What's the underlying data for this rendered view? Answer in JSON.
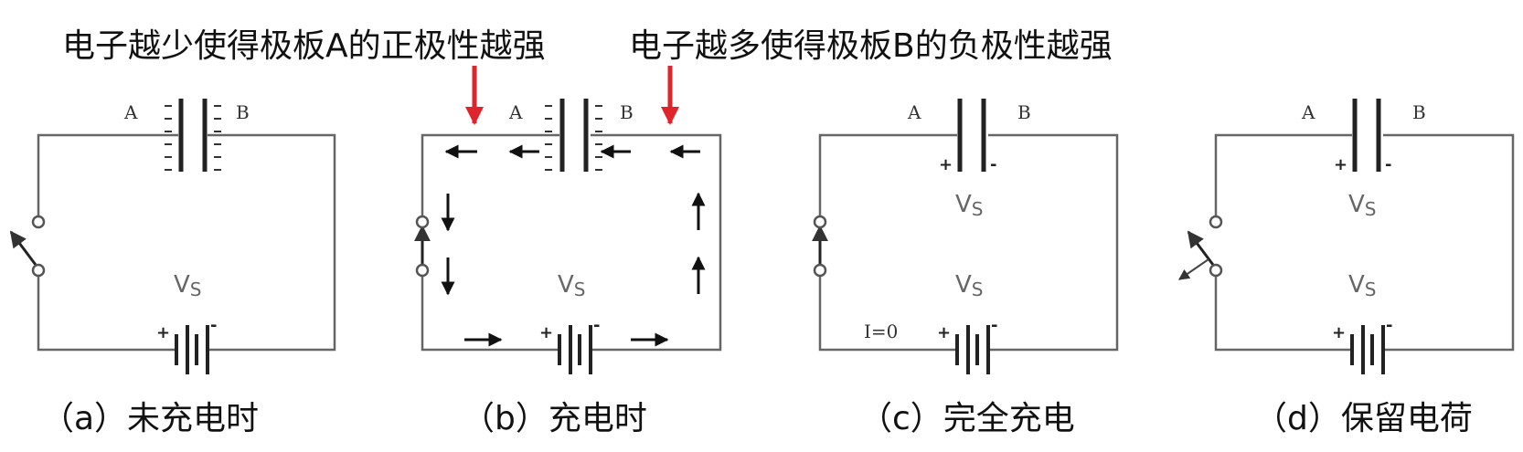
{
  "annotations": {
    "left": "电子越少使得极板A的正极性越强",
    "right": "电子越多使得极板B的负极性越强"
  },
  "panels": [
    {
      "plate_a": "A",
      "plate_b": "B",
      "vs_main": "V",
      "vs_sub": "S",
      "plus": "+",
      "minus": "-",
      "caption": "（a）未充电时"
    },
    {
      "plate_a": "A",
      "plate_b": "B",
      "vs_main": "V",
      "vs_sub": "S",
      "plus": "+",
      "minus": "-",
      "caption": "（b）充电时"
    },
    {
      "plate_a": "A",
      "plate_b": "B",
      "cap_plus": "+",
      "cap_minus": "-",
      "vs_main": "V",
      "vs_sub": "S",
      "vs2_main": "V",
      "vs2_sub": "S",
      "plus": "+",
      "minus": "-",
      "current": "I=0",
      "caption": "（c）完全充电"
    },
    {
      "plate_a": "A",
      "plate_b": "B",
      "cap_plus": "+",
      "cap_minus": "-",
      "vs_main": "V",
      "vs_sub": "S",
      "vs2_main": "V",
      "vs2_sub": "S",
      "plus": "+",
      "minus": "-",
      "caption": "（d）保留电荷"
    }
  ],
  "colors": {
    "wire": "#666666",
    "arrow_highlight": "#e0242b",
    "electron_arrow": "#111111"
  }
}
